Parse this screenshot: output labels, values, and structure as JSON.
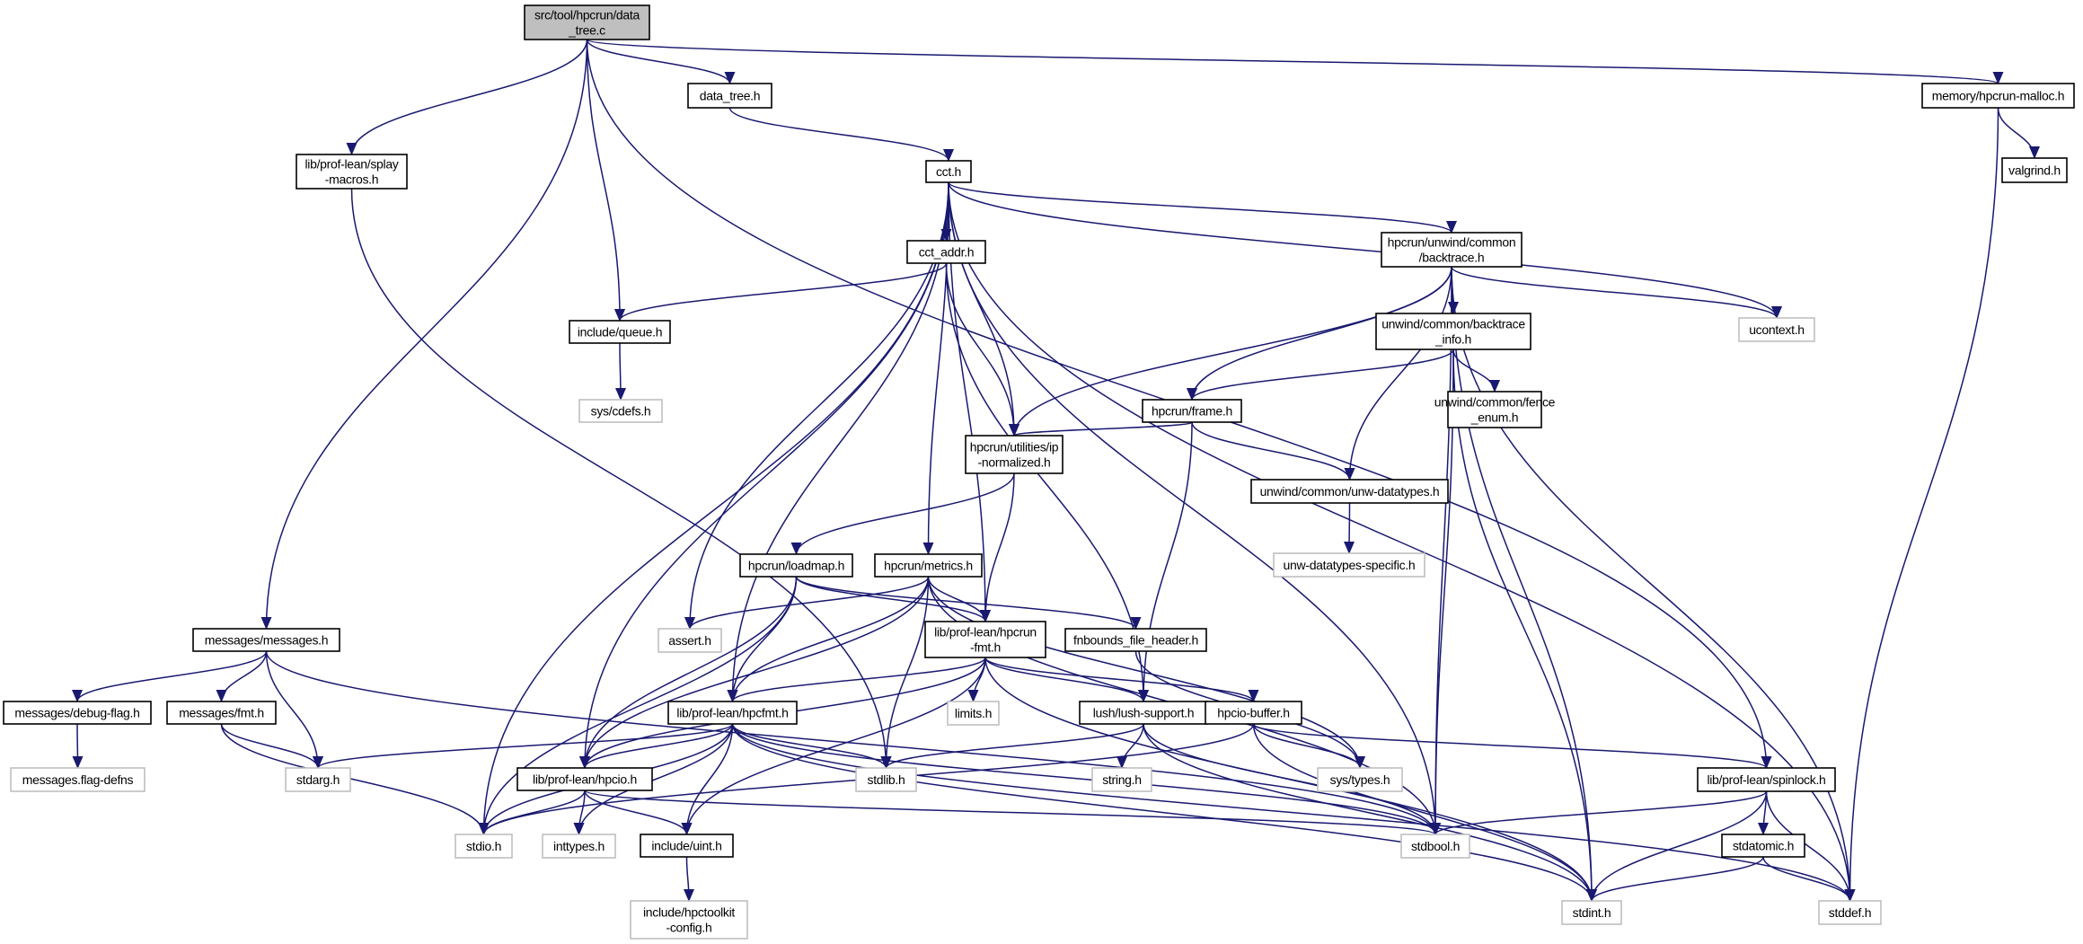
{
  "diagram_title": "Include dependency graph for src/tool/hpcrun/data_tree.c",
  "colors": {
    "edge": "#191970",
    "root_fill": "#bfbfbf",
    "node_border": "#000000",
    "external_border": "#bfbfbf",
    "node_fill": "#ffffff"
  },
  "nodes": [
    {
      "id": "root",
      "label": [
        "src/tool/hpcrun/data",
        "_tree.c"
      ],
      "kind": "root"
    },
    {
      "id": "data_tree_h",
      "label": [
        "data_tree.h"
      ],
      "kind": "local"
    },
    {
      "id": "splay",
      "label": [
        "lib/prof-lean/splay",
        "-macros.h"
      ],
      "kind": "local"
    },
    {
      "id": "malloc",
      "label": [
        "memory/hpcrun-malloc.h"
      ],
      "kind": "local"
    },
    {
      "id": "valgrind",
      "label": [
        "valgrind.h"
      ],
      "kind": "local"
    },
    {
      "id": "cct",
      "label": [
        "cct.h"
      ],
      "kind": "local"
    },
    {
      "id": "backtrace",
      "label": [
        "hpcrun/unwind/common",
        "/backtrace.h"
      ],
      "kind": "local"
    },
    {
      "id": "cct_addr",
      "label": [
        "cct_addr.h"
      ],
      "kind": "local"
    },
    {
      "id": "queue",
      "label": [
        "include/queue.h"
      ],
      "kind": "local"
    },
    {
      "id": "ucontext",
      "label": [
        "ucontext.h"
      ],
      "kind": "external"
    },
    {
      "id": "bt_info",
      "label": [
        "unwind/common/backtrace",
        "_info.h"
      ],
      "kind": "local"
    },
    {
      "id": "cdefs",
      "label": [
        "sys/cdefs.h"
      ],
      "kind": "external"
    },
    {
      "id": "fence",
      "label": [
        "unwind/common/fence",
        "_enum.h"
      ],
      "kind": "local"
    },
    {
      "id": "frame",
      "label": [
        "hpcrun/frame.h"
      ],
      "kind": "local"
    },
    {
      "id": "ipnorm",
      "label": [
        "hpcrun/utilities/ip",
        "-normalized.h"
      ],
      "kind": "local"
    },
    {
      "id": "unwdt",
      "label": [
        "unwind/common/unw-datatypes.h"
      ],
      "kind": "local"
    },
    {
      "id": "unwspec",
      "label": [
        "unw-datatypes-specific.h"
      ],
      "kind": "external"
    },
    {
      "id": "loadmap",
      "label": [
        "hpcrun/loadmap.h"
      ],
      "kind": "local"
    },
    {
      "id": "metrics",
      "label": [
        "hpcrun/metrics.h"
      ],
      "kind": "local"
    },
    {
      "id": "messages",
      "label": [
        "messages/messages.h"
      ],
      "kind": "local"
    },
    {
      "id": "assert",
      "label": [
        "assert.h"
      ],
      "kind": "external"
    },
    {
      "id": "hpcrunfmt",
      "label": [
        "lib/prof-lean/hpcrun",
        "-fmt.h"
      ],
      "kind": "local"
    },
    {
      "id": "fnbounds",
      "label": [
        "fnbounds_file_header.h"
      ],
      "kind": "local"
    },
    {
      "id": "debugflag",
      "label": [
        "messages/debug-flag.h"
      ],
      "kind": "local"
    },
    {
      "id": "msgfmt",
      "label": [
        "messages/fmt.h"
      ],
      "kind": "local"
    },
    {
      "id": "hpcfmt",
      "label": [
        "lib/prof-lean/hpcfmt.h"
      ],
      "kind": "local"
    },
    {
      "id": "limits",
      "label": [
        "limits.h"
      ],
      "kind": "external"
    },
    {
      "id": "lush",
      "label": [
        "lush/lush-support.h"
      ],
      "kind": "local"
    },
    {
      "id": "hpciobuf",
      "label": [
        "hpcio-buffer.h"
      ],
      "kind": "local"
    },
    {
      "id": "spinlock",
      "label": [
        "lib/prof-lean/spinlock.h"
      ],
      "kind": "local"
    },
    {
      "id": "flagdefns",
      "label": [
        "messages.flag-defns"
      ],
      "kind": "external"
    },
    {
      "id": "stdarg",
      "label": [
        "stdarg.h"
      ],
      "kind": "external"
    },
    {
      "id": "hpcio",
      "label": [
        "lib/prof-lean/hpcio.h"
      ],
      "kind": "local"
    },
    {
      "id": "stdlib",
      "label": [
        "stdlib.h"
      ],
      "kind": "external"
    },
    {
      "id": "string",
      "label": [
        "string.h"
      ],
      "kind": "external"
    },
    {
      "id": "systypes",
      "label": [
        "sys/types.h"
      ],
      "kind": "external"
    },
    {
      "id": "stdatomic",
      "label": [
        "stdatomic.h"
      ],
      "kind": "local"
    },
    {
      "id": "stdio",
      "label": [
        "stdio.h"
      ],
      "kind": "external"
    },
    {
      "id": "inttypes",
      "label": [
        "inttypes.h"
      ],
      "kind": "external"
    },
    {
      "id": "uint",
      "label": [
        "include/uint.h"
      ],
      "kind": "local"
    },
    {
      "id": "stdbool",
      "label": [
        "stdbool.h"
      ],
      "kind": "external"
    },
    {
      "id": "hpctoolkit",
      "label": [
        "include/hpctoolkit",
        "-config.h"
      ],
      "kind": "external"
    },
    {
      "id": "stdint",
      "label": [
        "stdint.h"
      ],
      "kind": "external"
    },
    {
      "id": "stddef",
      "label": [
        "stddef.h"
      ],
      "kind": "external"
    }
  ],
  "edges": [
    [
      "root",
      "data_tree_h"
    ],
    [
      "root",
      "splay"
    ],
    [
      "root",
      "malloc"
    ],
    [
      "root",
      "queue"
    ],
    [
      "root",
      "messages"
    ],
    [
      "root",
      "spinlock"
    ],
    [
      "data_tree_h",
      "cct"
    ],
    [
      "splay",
      "stdlib"
    ],
    [
      "malloc",
      "valgrind"
    ],
    [
      "malloc",
      "stddef"
    ],
    [
      "cct",
      "backtrace"
    ],
    [
      "cct",
      "cct_addr"
    ],
    [
      "cct",
      "ucontext"
    ],
    [
      "cct",
      "ipnorm"
    ],
    [
      "cct",
      "metrics"
    ],
    [
      "cct",
      "assert"
    ],
    [
      "cct",
      "hpcrunfmt"
    ],
    [
      "cct",
      "hpcfmt"
    ],
    [
      "cct",
      "hpcio"
    ],
    [
      "cct",
      "stdio"
    ],
    [
      "cct",
      "stdbool"
    ],
    [
      "cct",
      "stddef"
    ],
    [
      "backtrace",
      "bt_info"
    ],
    [
      "backtrace",
      "ucontext"
    ],
    [
      "backtrace",
      "frame"
    ],
    [
      "backtrace",
      "ipnorm"
    ],
    [
      "backtrace",
      "unwdt"
    ],
    [
      "backtrace",
      "stdbool"
    ],
    [
      "backtrace",
      "stdint"
    ],
    [
      "backtrace",
      "stddef"
    ],
    [
      "cct_addr",
      "queue"
    ],
    [
      "cct_addr",
      "ipnorm"
    ],
    [
      "cct_addr",
      "lush"
    ],
    [
      "queue",
      "cdefs"
    ],
    [
      "bt_info",
      "fence"
    ],
    [
      "bt_info",
      "frame"
    ],
    [
      "bt_info",
      "stdbool"
    ],
    [
      "bt_info",
      "stdint"
    ],
    [
      "frame",
      "ipnorm"
    ],
    [
      "frame",
      "unwdt"
    ],
    [
      "frame",
      "lush"
    ],
    [
      "ipnorm",
      "loadmap"
    ],
    [
      "ipnorm",
      "hpcrunfmt"
    ],
    [
      "unwdt",
      "unwspec"
    ],
    [
      "loadmap",
      "hpcrunfmt"
    ],
    [
      "loadmap",
      "fnbounds"
    ],
    [
      "loadmap",
      "hpcfmt"
    ],
    [
      "loadmap",
      "hpcio"
    ],
    [
      "loadmap",
      "stdio"
    ],
    [
      "metrics",
      "assert"
    ],
    [
      "metrics",
      "hpcrunfmt"
    ],
    [
      "metrics",
      "hpcfmt"
    ],
    [
      "metrics",
      "hpcio"
    ],
    [
      "metrics",
      "stdlib"
    ],
    [
      "metrics",
      "systypes"
    ],
    [
      "metrics",
      "stdbool"
    ],
    [
      "messages",
      "debugflag"
    ],
    [
      "messages",
      "msgfmt"
    ],
    [
      "messages",
      "stdarg"
    ],
    [
      "messages",
      "stdbool"
    ],
    [
      "hpcrunfmt",
      "hpcfmt"
    ],
    [
      "hpcrunfmt",
      "hpcio"
    ],
    [
      "hpcrunfmt",
      "limits"
    ],
    [
      "hpcrunfmt",
      "lush"
    ],
    [
      "hpcrunfmt",
      "hpciobuf"
    ],
    [
      "hpcrunfmt",
      "uint"
    ],
    [
      "hpcrunfmt",
      "stdint"
    ],
    [
      "fnbounds",
      "systypes"
    ],
    [
      "debugflag",
      "flagdefns"
    ],
    [
      "msgfmt",
      "stdarg"
    ],
    [
      "msgfmt",
      "stdio"
    ],
    [
      "hpcfmt",
      "stdarg"
    ],
    [
      "hpcfmt",
      "hpcio"
    ],
    [
      "hpcfmt",
      "stdlib"
    ],
    [
      "hpcfmt",
      "stdio"
    ],
    [
      "hpcfmt",
      "inttypes"
    ],
    [
      "hpcfmt",
      "uint"
    ],
    [
      "hpcfmt",
      "stdbool"
    ],
    [
      "hpcfmt",
      "stdint"
    ],
    [
      "hpcfmt",
      "stddef"
    ],
    [
      "lush",
      "stdlib"
    ],
    [
      "lush",
      "string"
    ],
    [
      "lush",
      "stdbool"
    ],
    [
      "lush",
      "stdint"
    ],
    [
      "hpciobuf",
      "systypes"
    ],
    [
      "hpciobuf",
      "spinlock"
    ],
    [
      "hpciobuf",
      "stdio"
    ],
    [
      "hpciobuf",
      "stdint"
    ],
    [
      "spinlock",
      "stdatomic"
    ],
    [
      "spinlock",
      "stdbool"
    ],
    [
      "spinlock",
      "stdint"
    ],
    [
      "spinlock",
      "stddef"
    ],
    [
      "hpcio",
      "stdio"
    ],
    [
      "hpcio",
      "inttypes"
    ],
    [
      "hpcio",
      "uint"
    ],
    [
      "hpcio",
      "stdbool"
    ],
    [
      "stdatomic",
      "stdint"
    ],
    [
      "stdatomic",
      "stddef"
    ],
    [
      "uint",
      "hpctoolkit"
    ]
  ]
}
